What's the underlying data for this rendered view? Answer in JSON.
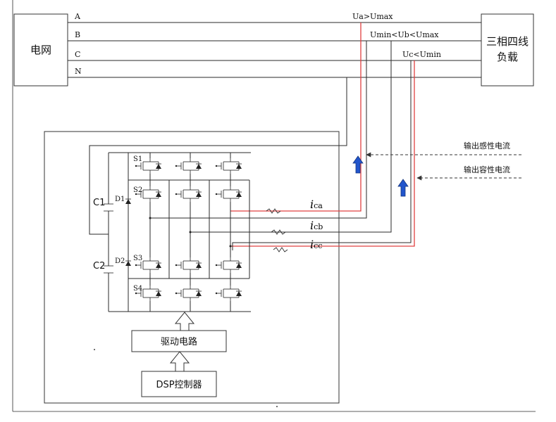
{
  "grid": {
    "label": "电网"
  },
  "load": {
    "line1": "三相四线",
    "line2": "负载"
  },
  "lines": {
    "a": "A",
    "b": "B",
    "c": "C",
    "n": "N"
  },
  "conditions": {
    "a": "Ua>Umax",
    "b": "Umin<Ub<Umax",
    "c": "Uc<Umin"
  },
  "outputs": {
    "inductive": "输出感性电流",
    "capacitive": "输出容性电流"
  },
  "currents": {
    "a": {
      "main": "i",
      "sub": "ca"
    },
    "b": {
      "main": "i",
      "sub": "cb"
    },
    "c": {
      "main": "i",
      "sub": "cc"
    }
  },
  "capacitors": {
    "c1": "C1",
    "c2": "C2"
  },
  "devices": {
    "s1": "S1",
    "s2": "S2",
    "s3": "S3",
    "s4": "S4",
    "d1": "D1",
    "d2": "D2"
  },
  "blocks": {
    "driver": "驱动电路",
    "dsp": "DSP控制器"
  },
  "colors": {
    "highlight": "#e04040",
    "arrow": "#2255cc"
  }
}
